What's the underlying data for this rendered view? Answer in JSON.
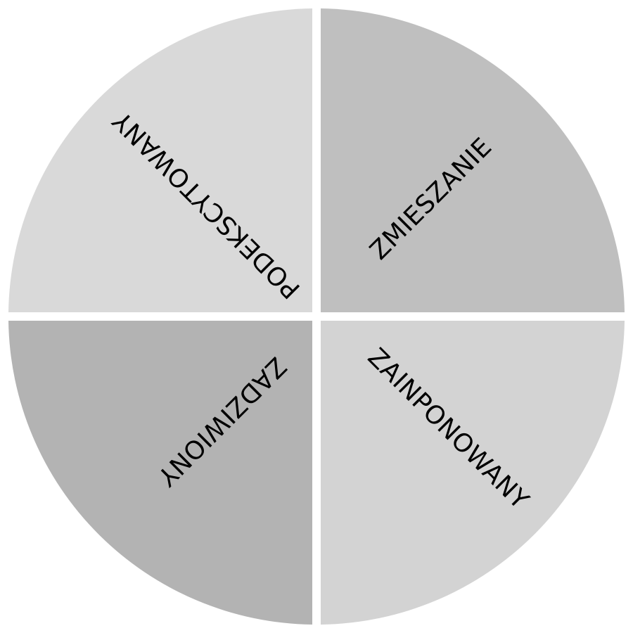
{
  "diagram": {
    "quadrants": [
      {
        "id": "top-left",
        "label": "PODEKSCYTOWANY",
        "color": "#d9d9d9"
      },
      {
        "id": "top-right",
        "label": "ZMIESZANIE",
        "color": "#bfbfbf"
      },
      {
        "id": "bottom-left",
        "label": "ZADZIWIONY",
        "color": "#b3b3b3"
      },
      {
        "id": "bottom-right",
        "label": "ZAINPONOWANY",
        "color": "#d3d3d3"
      }
    ],
    "separator_color": "#ffffff"
  }
}
